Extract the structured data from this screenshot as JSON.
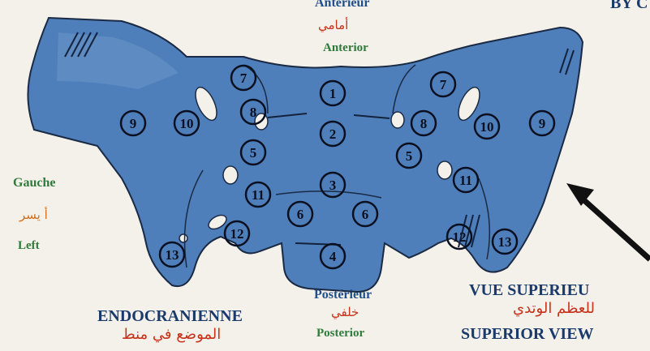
{
  "orientation": {
    "anterior_fr": "Antérieur",
    "anterior_ar": "أمامي",
    "anterior_en": "Anterior",
    "posterior_fr": "Postérieur",
    "posterior_ar": "خلفي",
    "posterior_en": "Posterior",
    "left_fr": "Gauche",
    "left_ar": "أ يسر",
    "left_en": "Left"
  },
  "corner_text": "BY C",
  "view": {
    "fr": "VUE SUPERIEU",
    "ar": "للعظم الوتدي",
    "en": "SUPERIOR VIEW"
  },
  "bottom_left": {
    "fr": "ENDOCRANIENNE",
    "ar": "الموضع في منط"
  },
  "markers": [
    "1",
    "2",
    "3",
    "4",
    "5",
    "5",
    "6",
    "6",
    "7",
    "7",
    "8",
    "8",
    "9",
    "9",
    "10",
    "10",
    "11",
    "11",
    "12",
    "12",
    "13",
    "13"
  ],
  "colors": {
    "bone": "#4f7fba",
    "bone_dark": "#2f5a8e",
    "outline": "#1a2a44",
    "paper": "#f4f1ea"
  }
}
